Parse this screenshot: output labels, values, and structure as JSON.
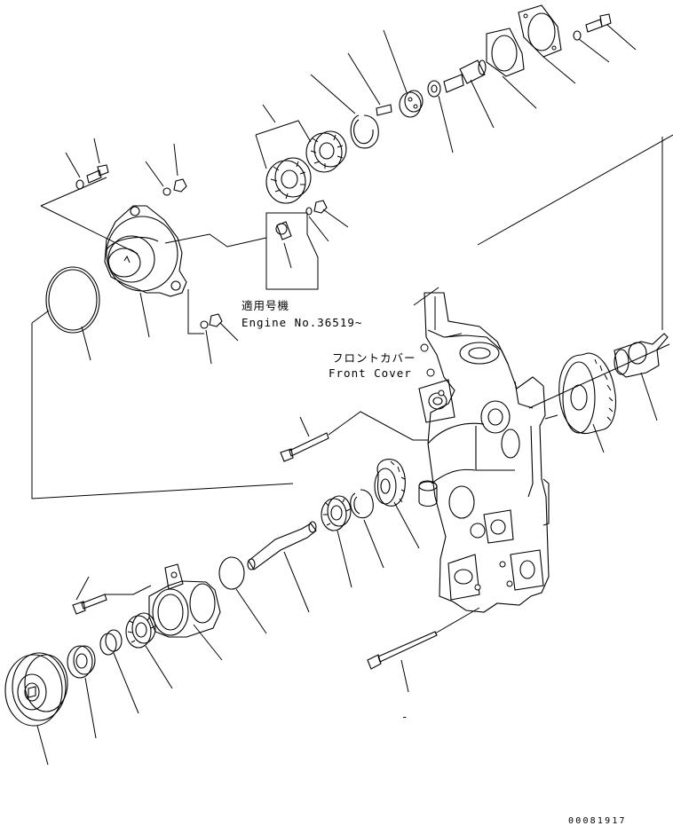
{
  "callout_engine": {
    "jp": "適用号機",
    "en": "Engine No.36519~"
  },
  "callout_front_cover": {
    "jp": "フロントカバー",
    "en": "Front Cover"
  },
  "drawing_number": "00081917",
  "stray_mark": "-"
}
